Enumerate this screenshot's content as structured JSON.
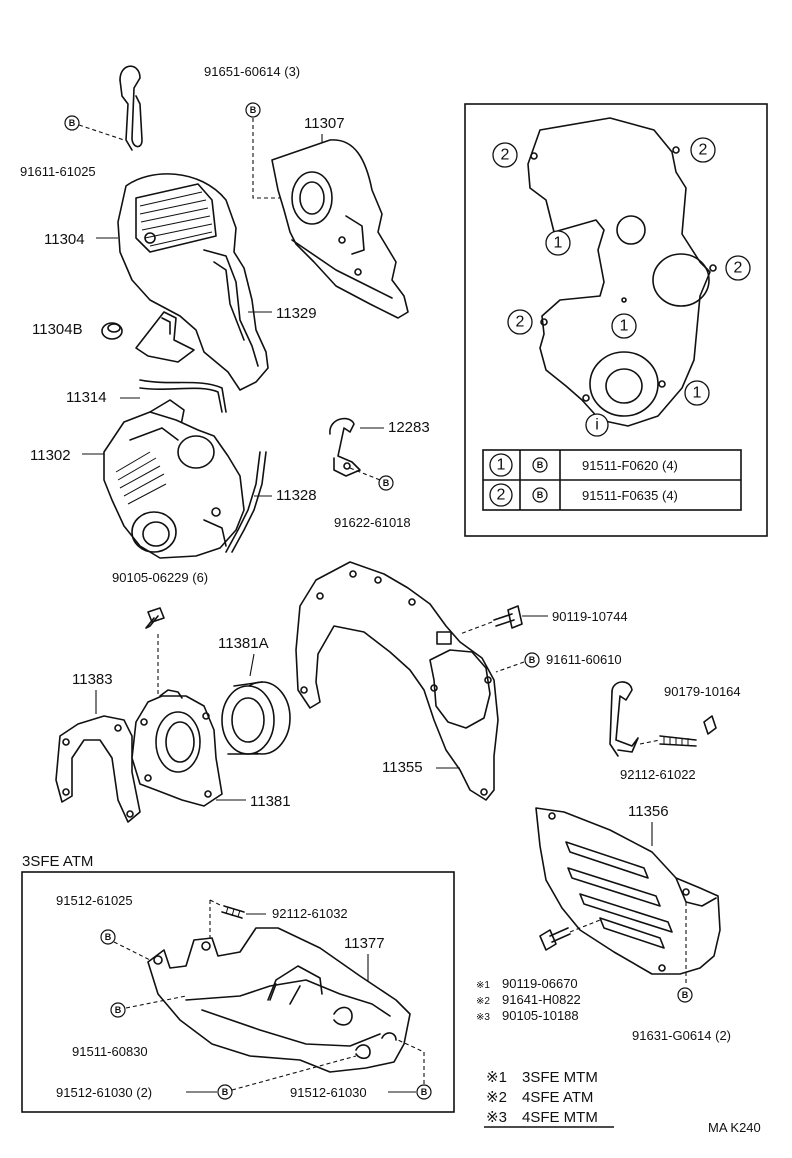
{
  "diagram": {
    "parts": {
      "p91611_61025": "91611-61025",
      "p91651_60614": "91651-60614 (3)",
      "p11307": "11307",
      "p11304": "11304",
      "p11304B": "11304B",
      "p11329": "11329",
      "p11314": "11314",
      "p11302": "11302",
      "p12283": "12283",
      "p11328": "11328",
      "p91622_61018": "91622-61018",
      "p90105_06229": "90105-06229 (6)",
      "p11381A": "11381A",
      "p11383": "11383",
      "p11381": "11381",
      "p90119_10744": "90119-10744",
      "p91611_60610": "91611-60610",
      "p90179_10164": "90179-10164",
      "p92112_61022": "92112-61022",
      "p11355": "11355",
      "p11356": "11356",
      "p90119_06670": "90119-06670",
      "p91641_H0822": "91641-H0822",
      "p90105_10188": "90105-10188",
      "p91631_G0614": "91631-G0614 (2)",
      "p91512_61025": "91512-61025",
      "p92112_61032": "92112-61032",
      "p11377": "11377",
      "p91511_60830": "91511-60830",
      "p91512_61030_2": "91512-61030 (2)",
      "p91512_61030": "91512-61030"
    },
    "bolt_badge": "B",
    "inset": {
      "markers": {
        "one": "1",
        "two": "2",
        "small_one": "i"
      },
      "table": [
        {
          "num": "1",
          "badge": "B",
          "part": "91511-F0620 (4)"
        },
        {
          "num": "2",
          "badge": "B",
          "part": "91511-F0635 (4)"
        }
      ]
    },
    "variant_box": {
      "title": "3SFE ATM"
    },
    "footnote_marks": {
      "m1": "※1",
      "m2": "※2",
      "m3": "※3"
    },
    "legend": [
      {
        "mark": "※1",
        "text": "3SFE MTM"
      },
      {
        "mark": "※2",
        "text": "4SFE ATM"
      },
      {
        "mark": "※3",
        "text": "4SFE MTM"
      }
    ],
    "code": "MA K240"
  }
}
